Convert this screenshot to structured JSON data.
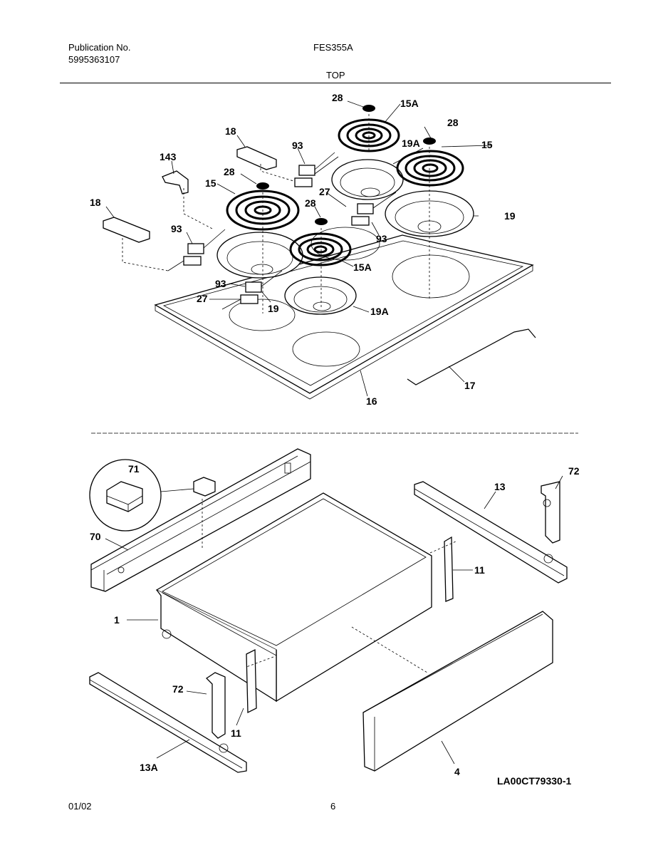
{
  "header": {
    "publication_label": "Publication No.",
    "publication_number": "5995363107",
    "model": "FES355A",
    "section": "TOP"
  },
  "footer": {
    "date": "01/02",
    "page": "6",
    "diagram_code": "LA00CT79330-1"
  },
  "callouts": {
    "c28a": "28",
    "c15a_top": "15A",
    "c28b": "28",
    "c15_right": "15",
    "c19a_top": "19A",
    "c18_top": "18",
    "c93_top": "93",
    "c143": "143",
    "c28c": "28",
    "c15_left": "15",
    "c27_mid": "27",
    "c18_left": "18",
    "c28d": "28",
    "c19_right": "19",
    "c93_left": "93",
    "c93_mid": "93",
    "c15a_front": "15A",
    "c93_front": "93",
    "c27_front": "27",
    "c19_front": "19",
    "c19a_front": "19A",
    "c17": "17",
    "c16": "16",
    "c71": "71",
    "c72_right": "72",
    "c13": "13",
    "c70": "70",
    "c11_right": "11",
    "c1": "1",
    "c72_left": "72",
    "c11_left": "11",
    "c13a": "13A",
    "c4": "4"
  }
}
